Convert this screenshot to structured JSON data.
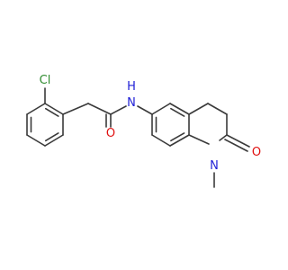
{
  "molecule": {
    "atom_labels": {
      "chlorine": "Cl",
      "amide_nitrogen": "N",
      "amide_hydrogen": "H",
      "amide_oxygen": "O",
      "ring_nitrogen": "N",
      "lactam_oxygen": "O"
    },
    "colors": {
      "bond": "#3a3a3a",
      "chlorine": "#2e8b2e",
      "nitrogen": "#1f1fd6",
      "oxygen": "#e01010"
    }
  }
}
